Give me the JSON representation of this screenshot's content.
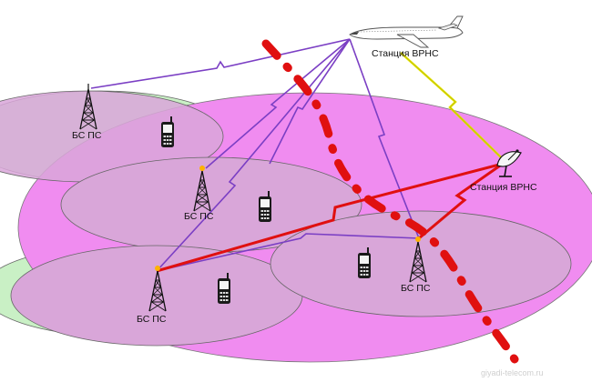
{
  "labels": {
    "aircraft_station": "Станция ВРНС",
    "ground_station": "Станция ВРНС",
    "bs_1": "БС ПС",
    "bs_2": "БС ПС",
    "bs_3": "БС ПС",
    "bs_4": "БС ПС"
  },
  "watermark": "giyadi-telecom.ru",
  "colors": {
    "coverage_green": "#c9f0c5",
    "coverage_magenta": "#f08cf0",
    "cell_mauve": "#d9a6d9",
    "link_purple": "#7b3fc4",
    "link_red": "#e01010",
    "link_yellow": "#e6e600",
    "boundary_red": "#e01010"
  },
  "icons": [
    "aircraft-icon",
    "satellite-dish-icon",
    "tower-icon",
    "mobile-phone-icon"
  ]
}
